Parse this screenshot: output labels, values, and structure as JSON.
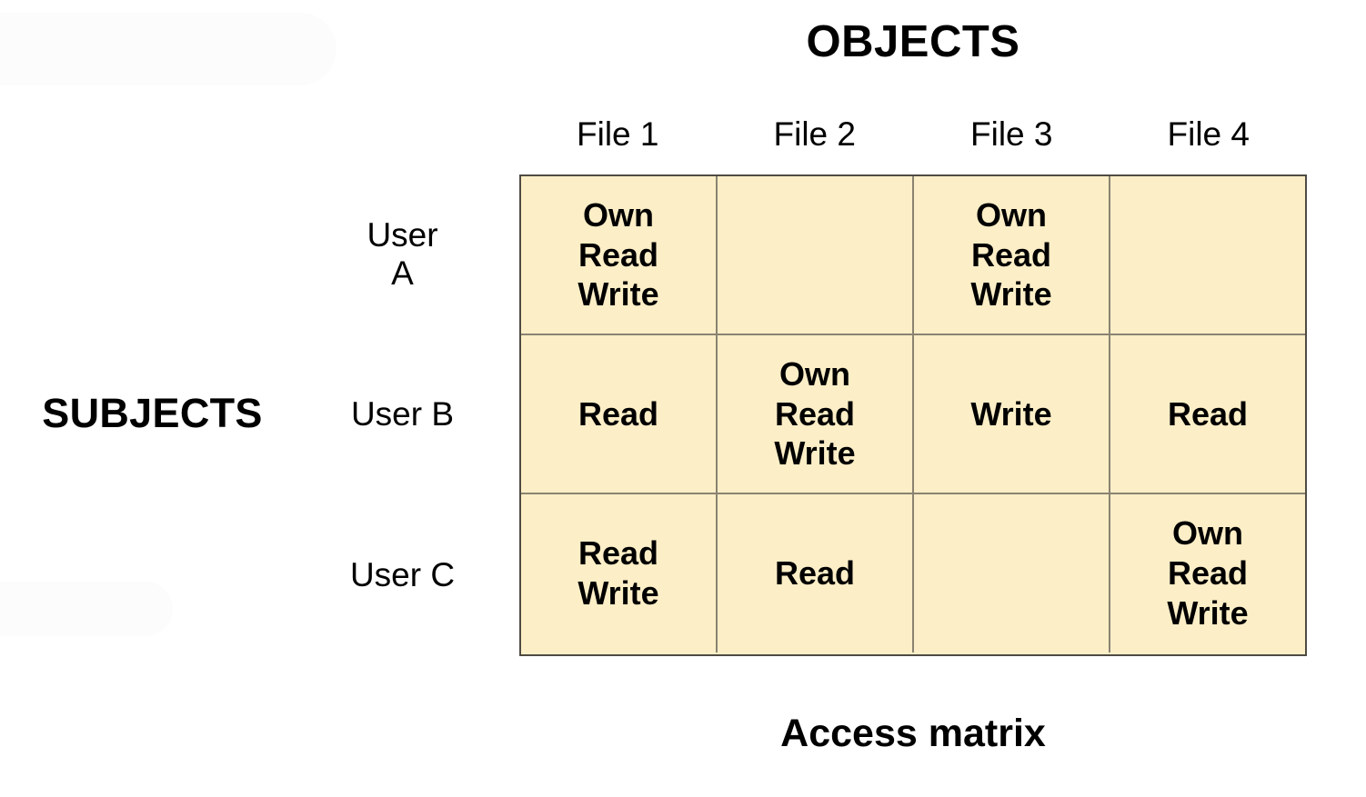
{
  "titles": {
    "objects": "OBJECTS",
    "subjects": "SUBJECTS",
    "caption": "Access matrix"
  },
  "matrix": {
    "column_headers": [
      "File 1",
      "File 2",
      "File 3",
      "File 4"
    ],
    "row_headers": [
      "User\nA",
      "User B",
      "User C"
    ],
    "rows": [
      {
        "subject": "User A",
        "cells": [
          "Own\nRead\nWrite",
          "",
          "Own\nRead\nWrite",
          ""
        ]
      },
      {
        "subject": "User B",
        "cells": [
          "Read",
          "Own\nRead\nWrite",
          "Write",
          "Read"
        ]
      },
      {
        "subject": "User C",
        "cells": [
          "Read\nWrite",
          "Read",
          "",
          "Own\nRead\nWrite"
        ]
      }
    ]
  },
  "colors": {
    "cell_fill": "#fceec6",
    "grid_line": "#8a8372",
    "outer_border": "#4f4b43",
    "text": "#000000",
    "background": "#ffffff"
  }
}
